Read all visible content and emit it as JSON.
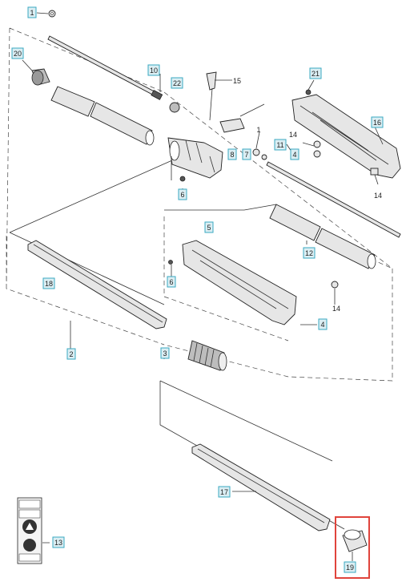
{
  "callouts": [
    {
      "id": "c1",
      "label": "1",
      "style": "box"
    },
    {
      "id": "c20",
      "label": "20",
      "style": "box"
    },
    {
      "id": "c10a",
      "label": "10",
      "style": "box"
    },
    {
      "id": "c22",
      "label": "22",
      "style": "box"
    },
    {
      "id": "c15",
      "label": "15",
      "style": "plain"
    },
    {
      "id": "c21",
      "label": "21",
      "style": "box"
    },
    {
      "id": "c1b",
      "label": "1",
      "style": "plain"
    },
    {
      "id": "c16",
      "label": "16",
      "style": "box"
    },
    {
      "id": "c8a",
      "label": "8",
      "style": "box"
    },
    {
      "id": "c7",
      "label": "7",
      "style": "box"
    },
    {
      "id": "c11",
      "label": "11",
      "style": "box"
    },
    {
      "id": "c4a",
      "label": "4",
      "style": "box"
    },
    {
      "id": "c14a",
      "label": "14",
      "style": "plain"
    },
    {
      "id": "c6a",
      "label": "6",
      "style": "box"
    },
    {
      "id": "c14b",
      "label": "14",
      "style": "plain"
    },
    {
      "id": "c5",
      "label": "5",
      "style": "box"
    },
    {
      "id": "c12",
      "label": "12",
      "style": "box"
    },
    {
      "id": "c18",
      "label": "18",
      "style": "box"
    },
    {
      "id": "c6b",
      "label": "6",
      "style": "box"
    },
    {
      "id": "c14c",
      "label": "14",
      "style": "plain"
    },
    {
      "id": "c4b",
      "label": "4",
      "style": "box"
    },
    {
      "id": "c2",
      "label": "2",
      "style": "box"
    },
    {
      "id": "c3",
      "label": "3",
      "style": "box"
    },
    {
      "id": "c17",
      "label": "17",
      "style": "box"
    },
    {
      "id": "c13",
      "label": "13",
      "style": "box"
    },
    {
      "id": "c19",
      "label": "19",
      "style": "box"
    }
  ],
  "highlight": {
    "part": "19",
    "color": "#e0443c"
  },
  "colors": {
    "callout_fill": "#dbeef3",
    "callout_border": "#3aa8c1"
  }
}
